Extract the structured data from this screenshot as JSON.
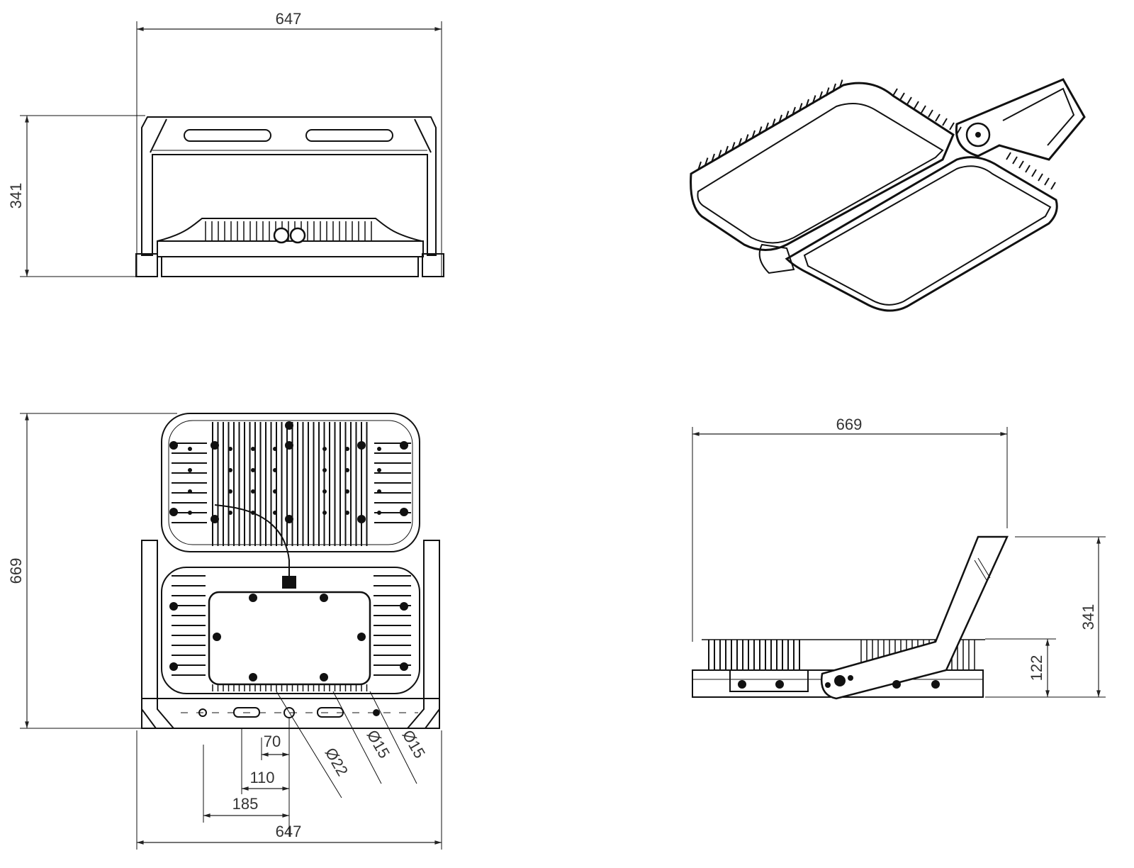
{
  "front_view": {
    "width_label": "647",
    "height_label": "341"
  },
  "bottom_view": {
    "height_label": "669",
    "width_label": "647",
    "offset_labels": [
      "70",
      "110",
      "185"
    ],
    "hole_labels": [
      "Ø22",
      "Ø15",
      "Ø15"
    ]
  },
  "side_view": {
    "width_label": "669",
    "height_label": "341",
    "pivot_height_label": "122"
  }
}
